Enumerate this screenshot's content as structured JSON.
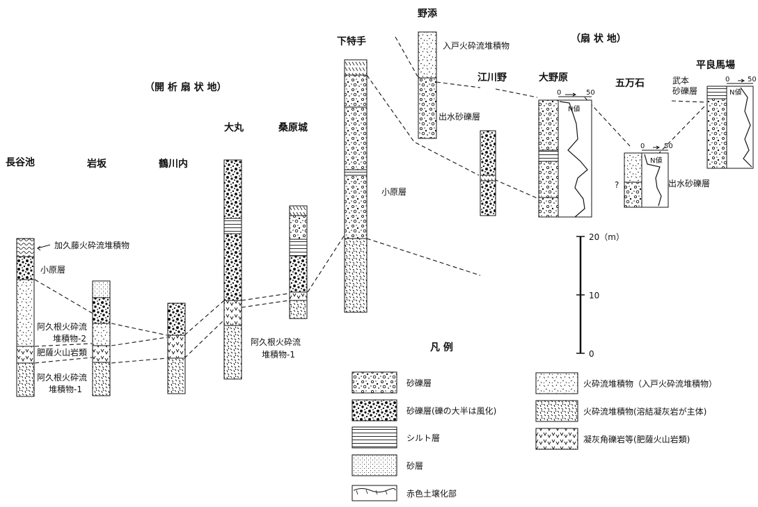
{
  "region_labels": {
    "dissected_fan": "（開 析 扇 状 地）",
    "fan": "（扇 状 地）"
  },
  "locations": {
    "hasegawaike": "長谷池",
    "iwasaka": "岩坂",
    "tsurukawauchi": "鶴川内",
    "omaru": "大丸",
    "kuwabarajo": "桑原城",
    "shimotokute": "下特手",
    "nozoe": "野添",
    "egawano": "江川野",
    "onohara": "大野原",
    "gomangoku": "五万石",
    "hiraranbaba": "平良馬場"
  },
  "annotations": {
    "kakuto_pyroclastic": "加久藤火砕流堆積物",
    "ohara_left": "小原層",
    "aso2_line1": "阿久根火砕流",
    "aso2_line2": "堆積物-2",
    "hisatsu": "肥薩火山岩類",
    "aso1_line1": "阿久根火砕流",
    "aso1_line2": "堆積物-1",
    "aso1b_line1": "阿久根火砕流",
    "aso1b_line2": "堆積物-1",
    "ohara_mid": "小原層",
    "irito": "入戸火砕流堆積物",
    "izumi_gravel": "出水砂礫層",
    "izumi_gravel_2": "出水砂礫層",
    "takemoto_line1": "武本",
    "takemoto_line2": "砂礫層",
    "question": "?"
  },
  "n_value": {
    "label": "N値",
    "zero": "0",
    "fifty": "50"
  },
  "scale": {
    "top": "20（m）",
    "mid": "10",
    "bottom": "0"
  },
  "legend": {
    "title": "凡 例",
    "items": [
      "砂礫層",
      "砂礫層(礫の大半は風化)",
      "シルト層",
      "砂層",
      "赤色土壌化部",
      "火砕流堆積物（入戸火砕流堆積物）",
      "火砕流堆積物(溶結凝灰岩が主体)",
      "凝灰角礫岩等(肥薩火山岩類)"
    ]
  }
}
